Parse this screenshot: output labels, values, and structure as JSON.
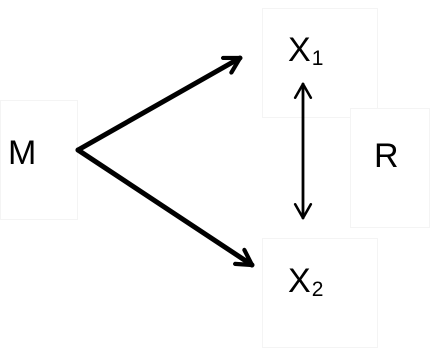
{
  "diagram": {
    "nodes": {
      "m": {
        "label": "M"
      },
      "x1": {
        "label": "X",
        "subscript": "1"
      },
      "x2": {
        "label": "X",
        "subscript": "2"
      },
      "r": {
        "label": "R"
      }
    },
    "edges": [
      {
        "from": "M",
        "to": "X1",
        "style": "directed"
      },
      {
        "from": "M",
        "to": "X2",
        "style": "directed"
      },
      {
        "from": "X1",
        "to": "X2",
        "style": "bidirectional"
      }
    ],
    "colors": {
      "stroke": "#000000",
      "background": "#ffffff"
    }
  }
}
